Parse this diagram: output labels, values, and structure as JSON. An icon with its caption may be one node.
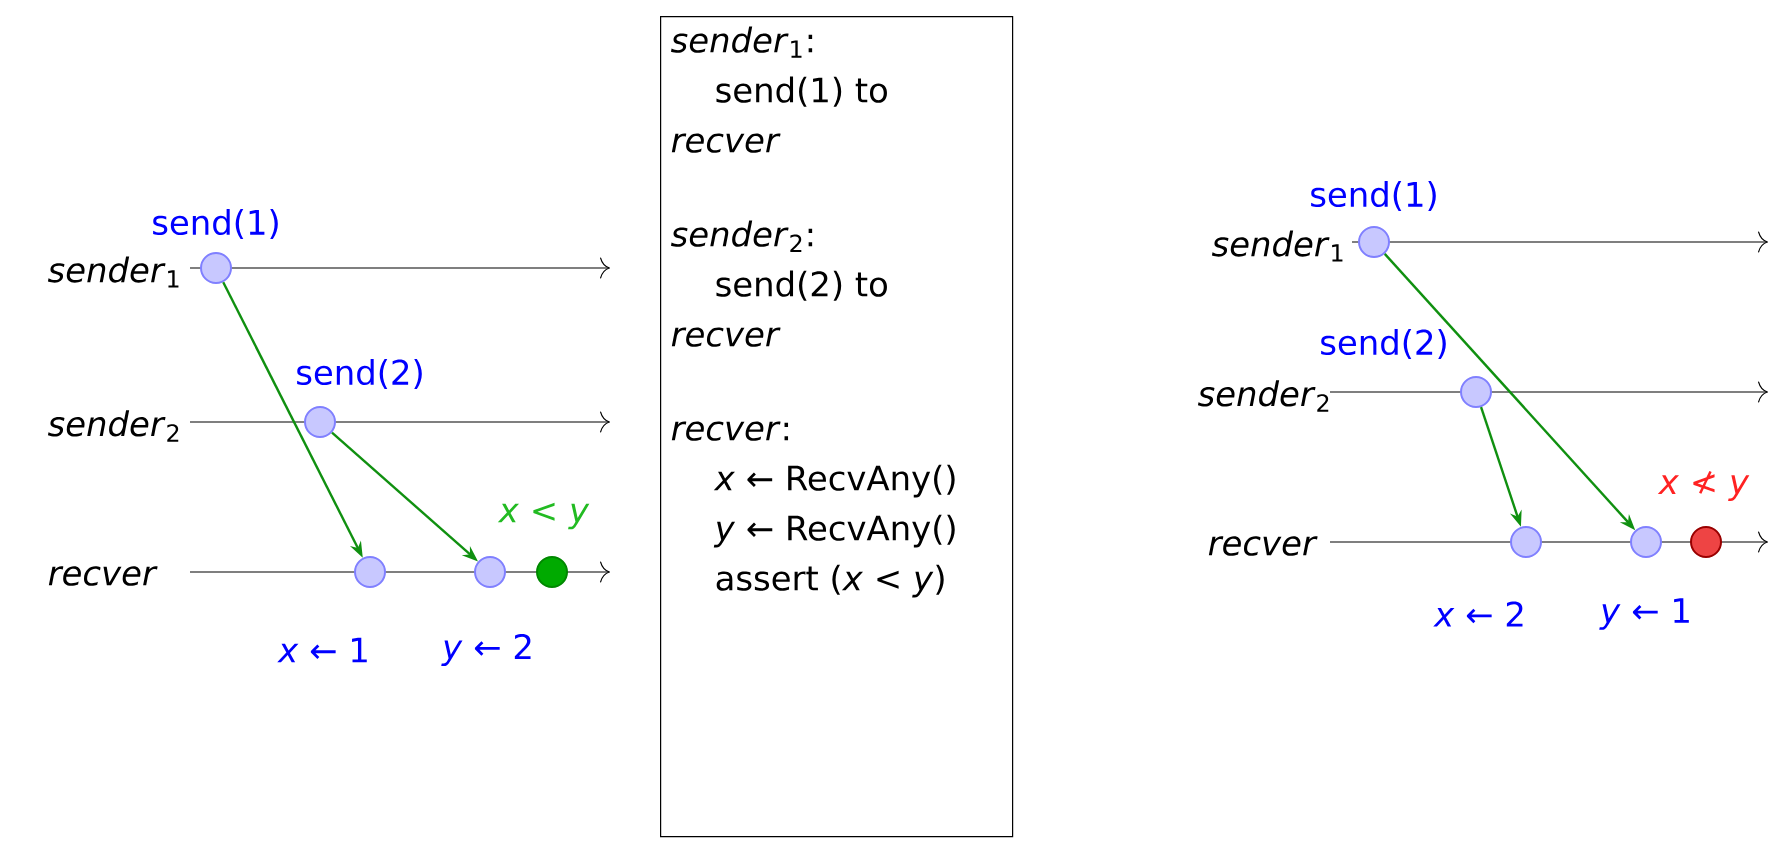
{
  "diagram": {
    "nodes": [
      {
        "text": [],
        "shape": "circle",
        "beside": [
          "send(1)"
        ]
      },
      {
        "text": [],
        "shape": "circle",
        "beside": [
          "send(2)"
        ]
      },
      {
        "text": [],
        "shape": "circle",
        "beside": [
          "*x* ← 1"
        ]
      },
      {
        "text": [],
        "shape": "circle",
        "beside": [
          "*y* ← 2"
        ]
      },
      {
        "text": [],
        "shape": "circle",
        "beside": [
          "*x* < *y*"
        ]
      },
      {
        "text": [
          "*sender*$_{1}$:",
          "send(1) to *recver*",
          "*sender*$_{2}$:",
          "send(2) to *recver*",
          "*recver*:",
          "*x* ← RecvAny()",
          "*y* ← RecvAny()",
          "assert (*x* < *y*)"
        ]
      },
      {
        "text": [],
        "shape": "circle",
        "beside": [
          "send(1)"
        ]
      },
      {
        "text": [],
        "shape": "circle",
        "beside": [
          "send(2)"
        ]
      },
      {
        "text": [],
        "shape": "circle",
        "beside": [
          "*x* ← 2"
        ]
      },
      {
        "text": [],
        "shape": "circle",
        "beside": [
          "*y* ← 1"
        ]
      },
      {
        "text": [],
        "shape": "circle",
        "beside": [
          "*x* ≮ *y*"
        ]
      }
    ],
    "edges": [
      {
        "from": 0,
        "to": 2,
        "arrow": "to"
      },
      {
        "from": 1,
        "to": 3,
        "arrow": "to"
      },
      {
        "from": 7,
        "to": 8,
        "arrow": "to"
      },
      {
        "from": 6,
        "to": 9,
        "arrow": "to"
      }
    ],
    "labels": [
      "*sender*$_{1}$",
      "*sender*$_{2}$",
      "*recver*",
      "*sender*$_{1}$",
      "*sender*$_{2}$",
      "*recver*"
    ]
  }
}
